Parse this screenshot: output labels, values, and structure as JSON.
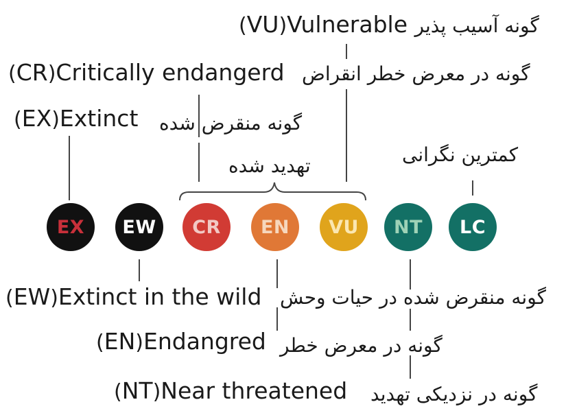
{
  "categories": [
    {
      "code": "EX",
      "english": "Extinct",
      "persian": "گونه منقرض شده",
      "bg": "#111111",
      "fg": "#c8303a"
    },
    {
      "code": "EW",
      "english": "Extinct in the wild",
      "persian": "گونه منقرض شده در حیات وحش",
      "bg": "#111111",
      "fg": "#ffffff"
    },
    {
      "code": "CR",
      "english": "Critically endangerd",
      "persian": "گونه در معرض خطر انقراض",
      "bg": "#d13b34",
      "fg": "#f2c9c4"
    },
    {
      "code": "EN",
      "english": "Endangred",
      "persian": "گونه در معرض خطر",
      "bg": "#e07836",
      "fg": "#f6d7bd"
    },
    {
      "code": "VU",
      "english": "Vulnerable",
      "persian": "گونه آسیب پذیر",
      "bg": "#e0a41c",
      "fg": "#fbe7b1"
    },
    {
      "code": "NT",
      "english": "Near threatened",
      "persian": "گونه در نزدیکی تهدید",
      "bg": "#137065",
      "fg": "#9fd2b6"
    },
    {
      "code": "LC",
      "english": "",
      "persian": "کمترین نگرانی",
      "bg": "#137065",
      "fg": "#ffffff"
    }
  ],
  "bracket_label": "تهدید شده"
}
